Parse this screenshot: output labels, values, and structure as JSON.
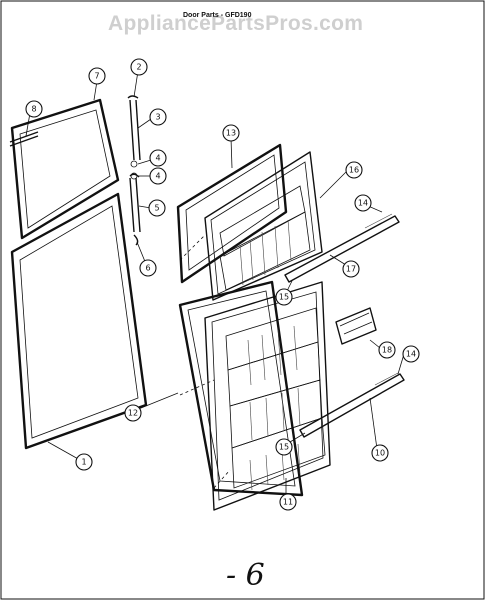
{
  "watermark": "AppliancePartsPros.com",
  "title": "Door Parts - GFD190",
  "handwritten_note": "- 6",
  "callouts": {
    "c1": "1",
    "c2": "2",
    "c3": "3",
    "c4a": "4",
    "c4b": "4",
    "c5": "5",
    "c6": "6",
    "c7": "7",
    "c8": "8",
    "c10": "10",
    "c11": "11",
    "c12": "12",
    "c13": "13",
    "c14a": "14",
    "c14b": "14",
    "c15a": "15",
    "c15b": "15",
    "c16": "16",
    "c17": "17",
    "c18": "18"
  }
}
